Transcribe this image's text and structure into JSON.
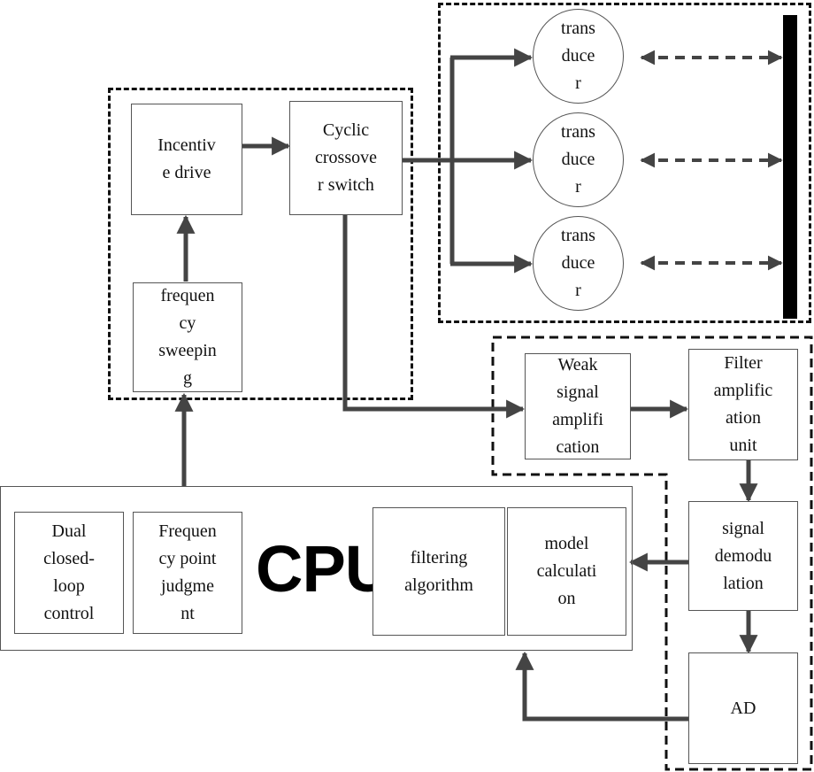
{
  "blocks": {
    "incentive_drive": "Incentiv\ne drive",
    "cyclic_switch": "Cyclic\ncrossove\nr switch",
    "frequency_sweeping": "frequen\ncy\nsweepin\ng",
    "transducer_1": "trans\nduce\nr",
    "transducer_2": "trans\nduce\nr",
    "transducer_3": "trans\nduce\nr",
    "weak_signal": "Weak\nsignal\namplifi\ncation",
    "filter_amp": "Filter\namplific\nation\nunit",
    "signal_demod": "signal\ndemodu\nlation",
    "ad": "AD"
  },
  "cpu": {
    "label": "CPU",
    "dual_closed_loop": "Dual\nclosed-\nloop\ncontrol",
    "frequency_point": "Frequen\ncy point\njudgme\nnt",
    "filtering": "filtering\nalgorithm",
    "model_calc": "model\ncalculati\non"
  },
  "colors": {
    "line": "#444444",
    "border": "#555555",
    "dash": "#111111",
    "wall": "#000000"
  }
}
